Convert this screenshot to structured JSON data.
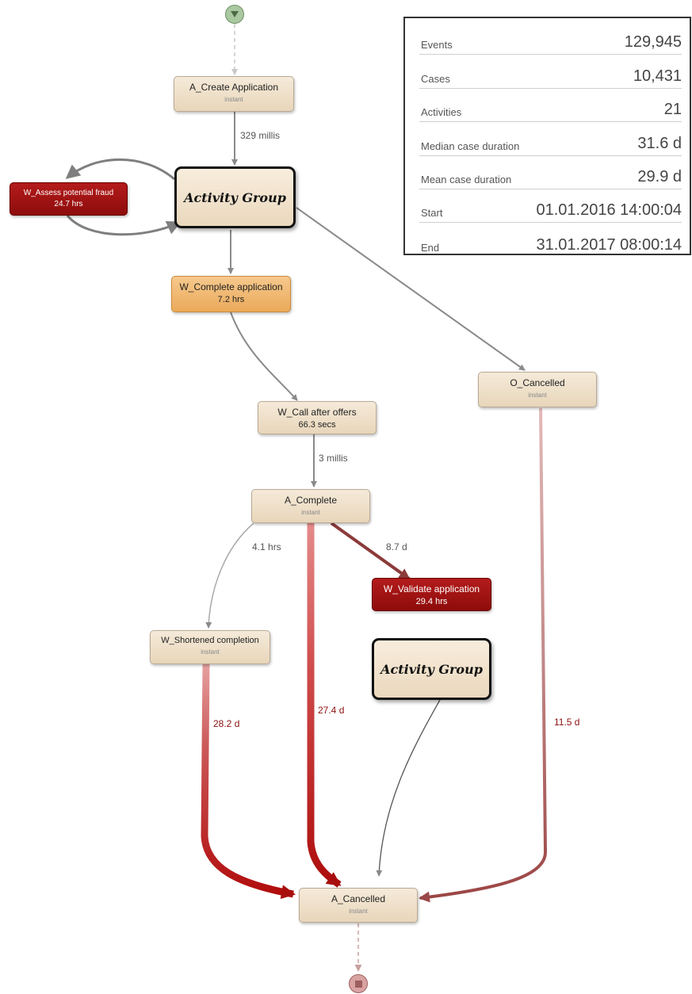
{
  "stats": [
    {
      "label": "Events",
      "value": "129,945"
    },
    {
      "label": "Cases",
      "value": "10,431"
    },
    {
      "label": "Activities",
      "value": "21"
    },
    {
      "label": "Median case duration",
      "value": "31.6 d"
    },
    {
      "label": "Mean case duration",
      "value": "29.9 d"
    },
    {
      "label": "Start",
      "value": "01.01.2016 14:00:04"
    },
    {
      "label": "End",
      "value": "31.01.2017 08:00:14"
    }
  ],
  "nodes": {
    "create_application": {
      "name": "A_Create Application",
      "sub": "instant"
    },
    "activity_group_1": {
      "name": "Activity Group"
    },
    "assess_fraud": {
      "name": "W_Assess potential fraud",
      "sub": "24.7 hrs"
    },
    "complete_application": {
      "name": "W_Complete application",
      "sub": "7.2 hrs"
    },
    "call_after_offers": {
      "name": "W_Call after offers",
      "sub": "66.3 secs"
    },
    "o_cancelled": {
      "name": "O_Cancelled",
      "sub": "instant"
    },
    "a_complete": {
      "name": "A_Complete",
      "sub": "instant"
    },
    "validate_application": {
      "name": "W_Validate application",
      "sub": "29.4 hrs"
    },
    "shortened_completion": {
      "name": "W_Shortened completion",
      "sub": "instant"
    },
    "activity_group_2": {
      "name": "Activity Group"
    },
    "a_cancelled": {
      "name": "A_Cancelled",
      "sub": "instant"
    }
  },
  "edges": {
    "create_to_group": "329 millis",
    "call_to_complete": "3 millis",
    "complete_to_shortened": "4.1 hrs",
    "complete_to_validate": "8.7 d",
    "shortened_to_cancelled": "28.2 d",
    "complete_to_cancelled": "27.4 d",
    "ocancelled_to_cancelled": "11.5 d"
  },
  "colors": {
    "edge_gray": "#8a8a8a",
    "edge_dark_red": "#a01818",
    "edge_mid_red": "#b45a5a",
    "node_red": "#a01212",
    "node_orange": "#efb670",
    "node_beige": "#eeddc4"
  }
}
